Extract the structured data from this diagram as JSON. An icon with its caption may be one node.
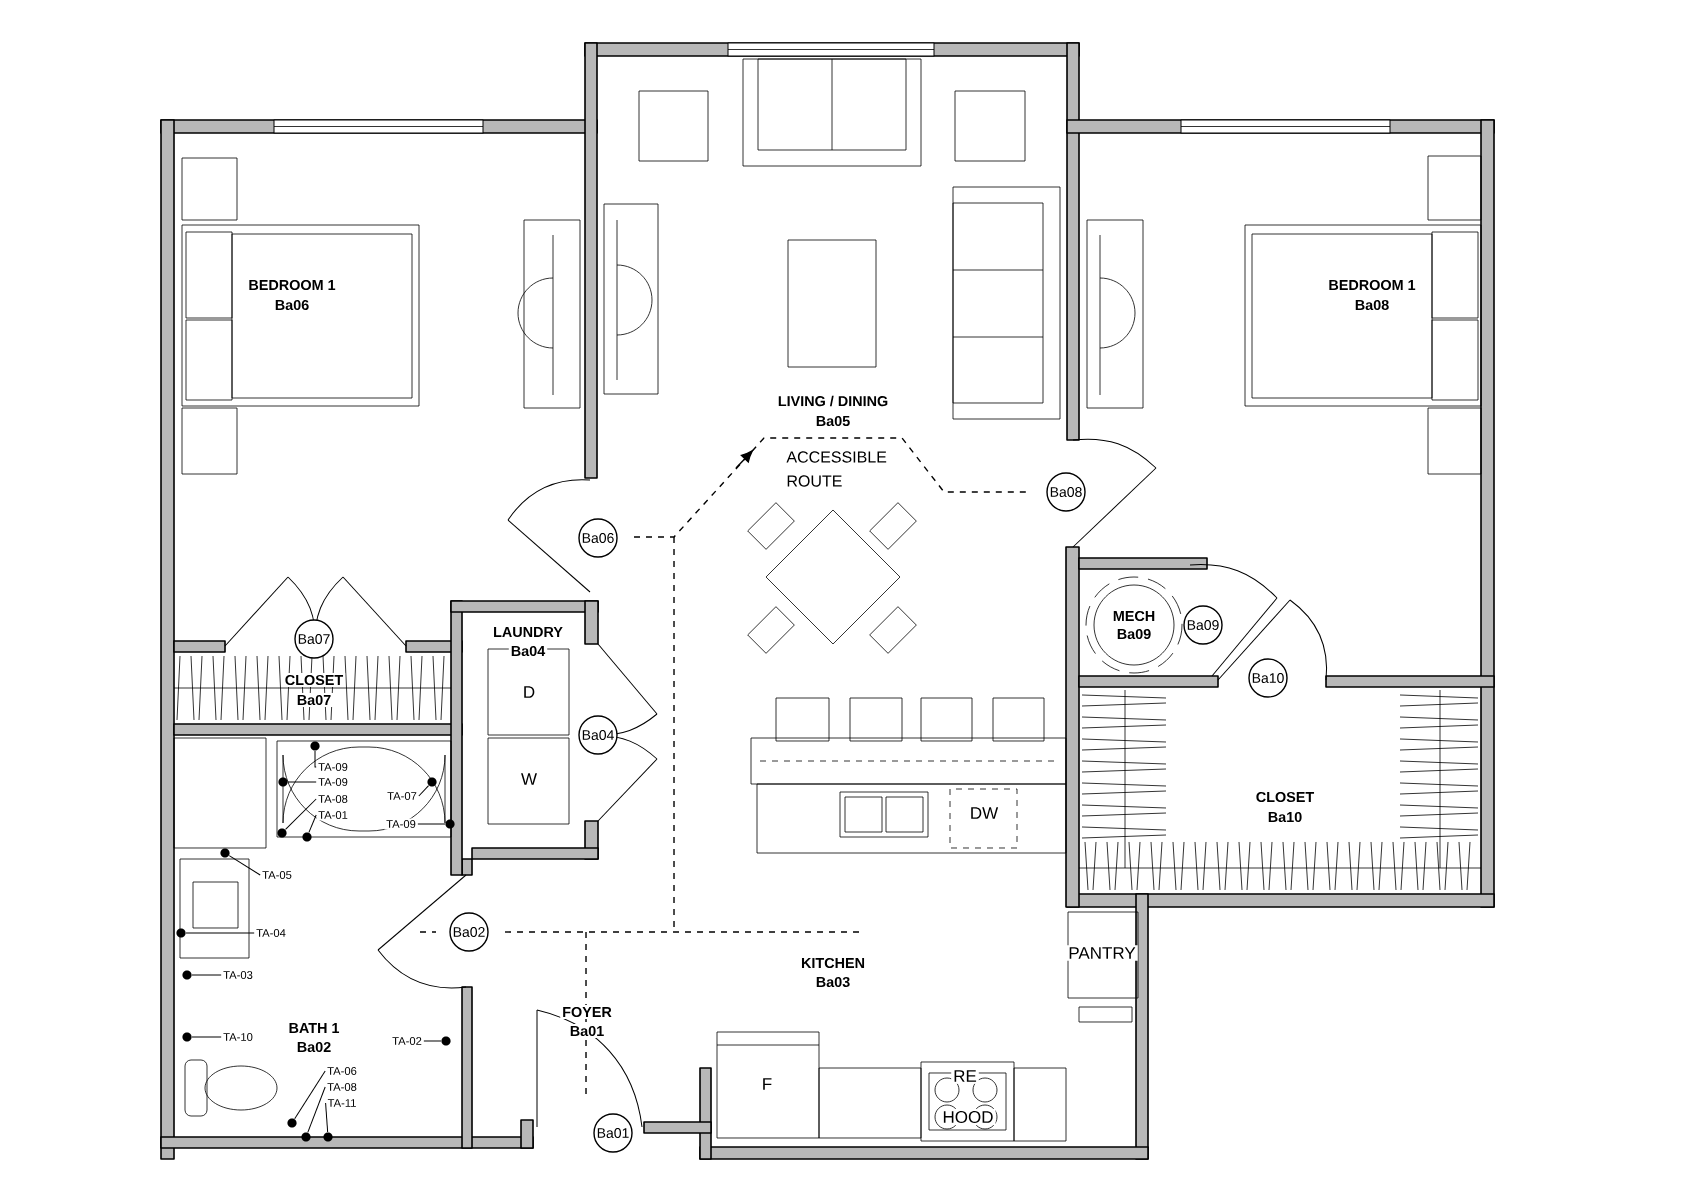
{
  "diagram": {
    "nodes": [
      {
        "text": [
          "Ba08"
        ]
      },
      {
        "text": [
          "Ba06"
        ]
      },
      {
        "text": [
          "Ba09"
        ]
      },
      {
        "text": [
          "Ba07"
        ]
      },
      {
        "text": [
          "Ba10"
        ]
      },
      {
        "text": [
          "Ba04"
        ]
      },
      {
        "text": [
          "Ba02"
        ]
      },
      {
        "text": [
          "Ba01"
        ]
      },
      {
        "text": [
          "TA-09"
        ]
      },
      {
        "text": [],
        "shape": "circle"
      },
      {
        "text": [
          "TA-09"
        ]
      },
      {
        "text": [],
        "shape": "circle"
      },
      {
        "text": [
          "TA-08"
        ]
      },
      {
        "text": [],
        "shape": "circle"
      },
      {
        "text": [
          "TA-01"
        ]
      },
      {
        "text": [],
        "shape": "circle"
      },
      {
        "text": [
          "TA-07"
        ]
      },
      {
        "text": [],
        "shape": "circle"
      },
      {
        "text": [
          "TA-09"
        ]
      },
      {
        "text": [],
        "shape": "circle"
      },
      {
        "text": [
          "TA-05"
        ]
      },
      {
        "text": [],
        "shape": "circle"
      },
      {
        "text": [
          "TA-04"
        ]
      },
      {
        "text": [],
        "shape": "circle"
      },
      {
        "text": [
          "TA-03"
        ]
      },
      {
        "text": [],
        "shape": "circle"
      },
      {
        "text": [
          "TA-10"
        ]
      },
      {
        "text": [],
        "shape": "circle"
      },
      {
        "text": [
          "TA-02"
        ]
      },
      {
        "text": [],
        "shape": "circle"
      },
      {
        "text": [
          "TA-06"
        ]
      },
      {
        "text": [],
        "shape": "circle"
      },
      {
        "text": [
          "TA-08"
        ]
      },
      {
        "text": [],
        "shape": "circle"
      },
      {
        "text": [
          "TA-11"
        ]
      },
      {
        "text": [],
        "shape": "circle"
      }
    ],
    "edges": [
      {
        "from": 8,
        "to": 9,
        "arrow": "none"
      },
      {
        "from": 10,
        "to": 11,
        "arrow": "none"
      },
      {
        "from": 12,
        "to": 13,
        "arrow": "none"
      },
      {
        "from": 14,
        "to": 15,
        "arrow": "none"
      },
      {
        "from": 16,
        "to": 17,
        "arrow": "none"
      },
      {
        "from": 18,
        "to": 19,
        "arrow": "none"
      },
      {
        "from": 20,
        "to": 21,
        "arrow": "none"
      },
      {
        "from": 22,
        "to": 23,
        "arrow": "none"
      },
      {
        "from": 24,
        "to": 25,
        "arrow": "none"
      },
      {
        "from": 26,
        "to": 27,
        "arrow": "none"
      },
      {
        "from": 28,
        "to": 29,
        "arrow": "none"
      },
      {
        "from": 30,
        "to": 31,
        "arrow": "none"
      },
      {
        "from": 32,
        "to": 33,
        "arrow": "none"
      },
      {
        "from": 34,
        "to": 35,
        "arrow": "none"
      }
    ],
    "labels": [
      "BEDROOM 1",
      "BEDROOM 1",
      "Ba06",
      "Ba08",
      "LIVING / DINING",
      "Ba05",
      "ACCESSIBLE ROUTE",
      "MECH",
      "LAUNDRY",
      "Ba09",
      "Ba04",
      "CLOSET",
      "D",
      "Ba07",
      "W",
      "CLOSET",
      "DW",
      "Ba10",
      "PANTRY",
      "KITCHEN",
      "Ba03",
      "FOYER",
      "BATH 1",
      "Ba01",
      "Ba02",
      "RE",
      "F",
      "HOOD"
    ]
  }
}
